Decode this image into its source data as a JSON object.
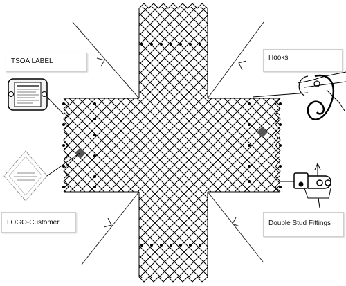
{
  "labels": {
    "tsoa": "TSOA LABEL",
    "hooks": "Hooks",
    "logo": "LOGO-Customer",
    "double_stud": "Double Stud Fittings"
  },
  "colors": {
    "line": "#000000",
    "callout_border": "#cfcfcf",
    "accent_fill": "#555555"
  },
  "icons": [
    "tsoa-label-icon",
    "hook-icon",
    "logo-diamond-icon",
    "double-stud-fitting-icon"
  ]
}
